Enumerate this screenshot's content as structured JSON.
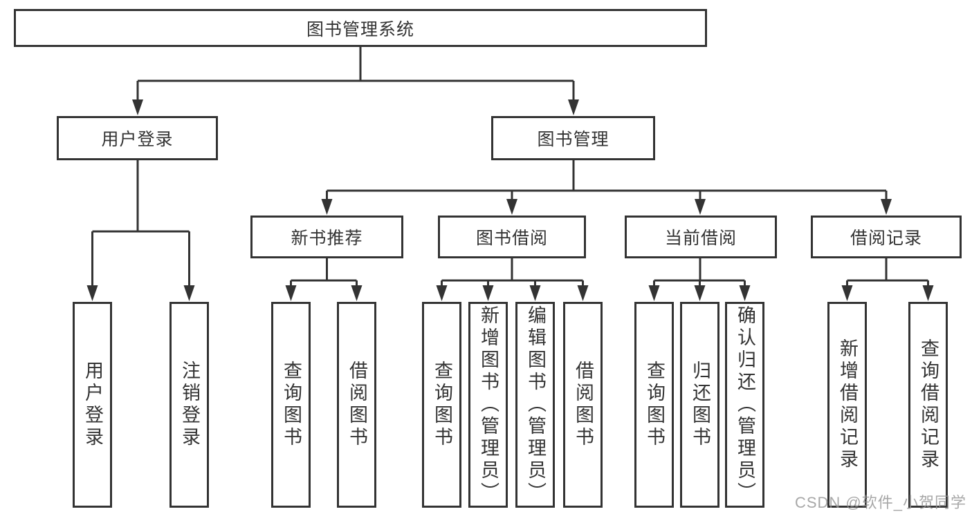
{
  "diagram": {
    "root": "图书管理系统",
    "branches": {
      "user_login": {
        "label": "用户登录",
        "leaves": [
          "用户登录",
          "注销登录"
        ]
      },
      "book_mgmt": {
        "label": "图书管理"
      }
    },
    "groups": [
      {
        "label": "新书推荐",
        "leaves": [
          "查询图书",
          "借阅图书"
        ]
      },
      {
        "label": "图书借阅",
        "leaves": [
          "查询图书",
          "新增图书（管理员）",
          "编辑图书（管理员）",
          "借阅图书"
        ]
      },
      {
        "label": "当前借阅",
        "leaves": [
          "查询图书",
          "归还图书",
          "确认归还（管理员）"
        ]
      },
      {
        "label": "借阅记录",
        "leaves": [
          "新增借阅记录",
          "查询借阅记录"
        ]
      }
    ],
    "colors": {
      "line": "#333333",
      "text": "#333333",
      "background": "#ffffff"
    },
    "watermark": "CSDN @软件_小贺同学"
  }
}
